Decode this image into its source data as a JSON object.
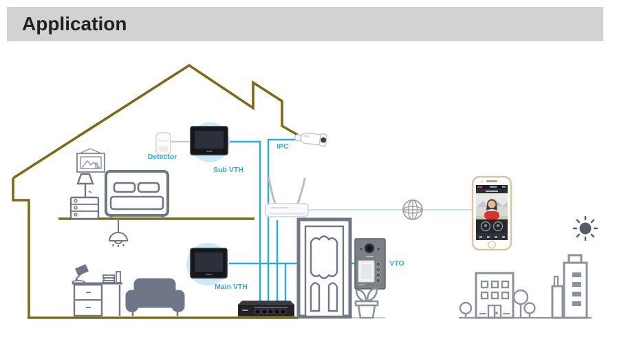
{
  "header": {
    "title": "Application"
  },
  "diagram": {
    "labels": {
      "detector": "Detector",
      "sub_vth": "Sub VTH",
      "ipc": "IPC",
      "main_vth": "Main VTH",
      "vto": "VTO"
    },
    "colors": {
      "header_bg": "#d2d2d4",
      "header_text": "#231f20",
      "house_outline": "#7c6a15",
      "connection_line": "#29abe2",
      "internet_line": "#a9dcee",
      "label_text": "#29abe2",
      "furniture_gray": "#6e7687",
      "city_gray": "#8b929c",
      "vth_halo": "#cdeaf8",
      "device_dark": "#17191d",
      "switch_dark": "#232327",
      "phone_frame_gold": "#d9c69e",
      "detector_link": "#cfc8c0"
    },
    "icons": [
      "house-outline",
      "pendant-light-icon",
      "picture-frame-icon",
      "nightstand-lamp-icon",
      "bed-icon",
      "desk-lamp-icon",
      "desk-icon",
      "sofa-icon",
      "detector-icon",
      "sub-vth-monitor-icon",
      "main-vth-monitor-icon",
      "ipc-camera-icon",
      "router-icon",
      "network-switch-icon",
      "door-icon",
      "vto-doorstation-icon",
      "plant-icon",
      "internet-globe-icon",
      "smartphone-icon",
      "sun-icon",
      "city-buildings-icon",
      "tree-icon"
    ]
  }
}
